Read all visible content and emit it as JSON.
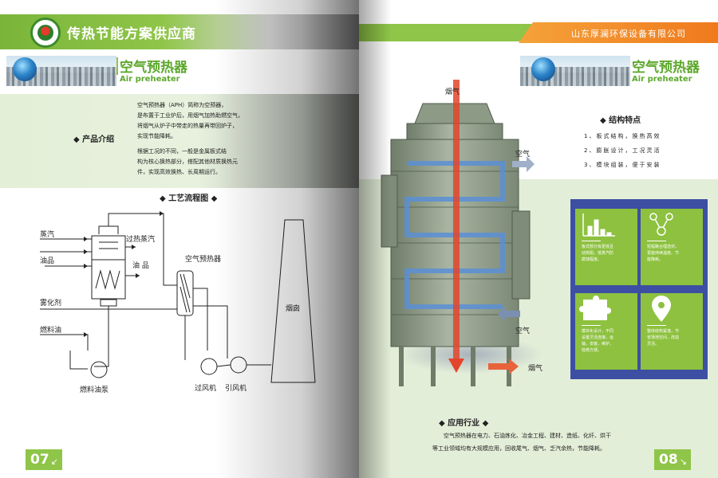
{
  "left": {
    "brand": "传热节能方案供应商",
    "banner": {
      "title": "空气预热器",
      "subtitle": "Air preheater"
    },
    "intro": {
      "label": "产品介绍",
      "para1": [
        "空气预热器（APH）简称为空预器，",
        "是布置于工业炉后，用烟气加热助燃空气，",
        "将烟气从炉子中带走的热量再带回炉子，",
        "实现节能降耗。"
      ],
      "para2": [
        "根据工况的不同，一般是金属板式结",
        "构为核心换热部分，搭配其他材质换热元",
        "件，实现高效换热、长周期运行。"
      ]
    },
    "diagram": {
      "title": "工艺流程图",
      "labels": {
        "steam": "蒸汽",
        "superheated": "过热蒸汽",
        "oil_in": "油品",
        "oil_out": "油 品",
        "atomizer": "雾化剂",
        "fuel_oil": "燃料油",
        "fuel_pump": "燃料油泵",
        "air_preheater": "空气预热器",
        "blower": "过风机",
        "induced_fan": "引风机",
        "chimney": "烟囱"
      }
    },
    "page_number": "07"
  },
  "right": {
    "company": "山东厚澜环保设备有限公司",
    "banner": {
      "title": "空气预热器",
      "subtitle": "Air preheater"
    },
    "tower_labels": {
      "flue_gas_top": "烟气",
      "air_out": "空气",
      "air_in": "空气",
      "flue_gas_out": "烟气"
    },
    "features": {
      "title": "结构特点",
      "items": [
        "1、板式结构，换热高效",
        "2、膨胀设计，工况灵活",
        "3、模块组装，便于安装"
      ]
    },
    "cards": [
      {
        "icon": "bar-chart-icon",
        "text": [
          "板式部分有更低且",
          "动热阻，抵蒸汽防",
          "腐蚀程度。"
        ]
      },
      {
        "icon": "network-icon",
        "text": [
          "短程路合理选材，",
          "更能持续温度。节",
          "能降耗。"
        ]
      },
      {
        "icon": "puzzle-icon",
        "text": [
          "模块化设计，不同",
          "设置灵活连接，运",
          "输，安装，维护，",
          "检修方便。"
        ]
      },
      {
        "icon": "location-pin-icon",
        "text": [
          "整体结构紧凑，节",
          "省场地空间，改造",
          "灵活。"
        ]
      }
    ],
    "application": {
      "title": "应用行业",
      "line1": "空气预热器在电力、石油炼化、冶金工程、建材、造纸、化纤、烘干",
      "line2": "等工业领域均有大规模应用，回收尾气、烟气、乏汽余热，节能降耗。"
    },
    "page_number": "08"
  },
  "colors": {
    "green": "#8fc548",
    "dark_green": "#5da82c",
    "orange": "#ef7a1e",
    "navy": "#3d4fa3",
    "tower": "#8d9b86"
  }
}
